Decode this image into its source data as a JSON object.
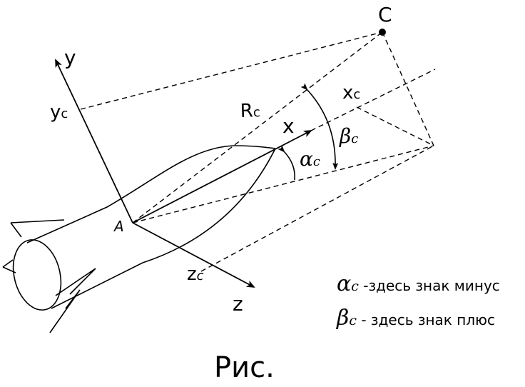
{
  "labels": {
    "axis_y": "y",
    "axis_x": "x",
    "axis_z": "z",
    "point_c": "C",
    "point_a": "A",
    "yc_main": "y",
    "yc_sub": "c",
    "xc_main": "x",
    "xc_sub": "c",
    "zc_main": "z",
    "zc_sub": "c",
    "rc_main": "R",
    "rc_sub": "c",
    "alpha": "α",
    "alpha_sub": "c",
    "beta": "β",
    "beta_sub": "c"
  },
  "legend": {
    "alpha_symbol": "α",
    "alpha_sub": "c",
    "alpha_text": " -здесь знак минус",
    "beta_symbol": "β",
    "beta_sub": "c",
    "beta_text": " - здесь знак плюс"
  },
  "caption": "Рис.",
  "colors": {
    "ink": "#000000",
    "background": "#ffffff"
  }
}
